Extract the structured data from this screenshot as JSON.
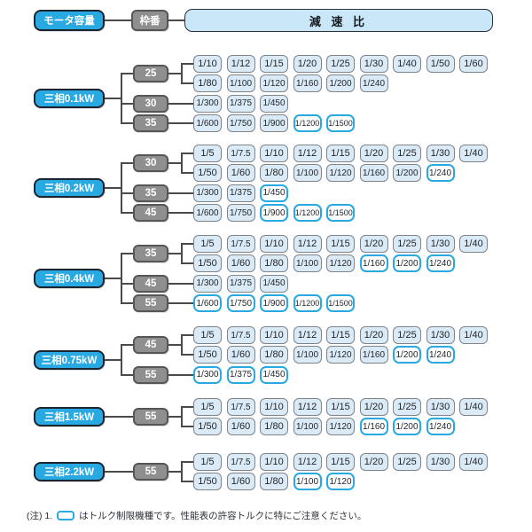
{
  "header": {
    "motor_capacity_label": "モータ容量",
    "frame_number_label": "枠番",
    "reduction_ratio_label": "減 速 比"
  },
  "colors": {
    "accent_blue": "#29a9e1",
    "motor_fill": "#29a9e1",
    "motor_border": "#1c2430",
    "frame_fill": "#8f8f8f",
    "frame_border": "#565656",
    "ratio_fill": "#daeaf6",
    "ratio_border": "#7f8489",
    "limited_border": "#29a9e1",
    "header_ratio_fill": "#c9e7f8",
    "line_color": "#4a4a4a",
    "text_dark": "#1f242b"
  },
  "groups": [
    {
      "motor_label": "三相0.1kW",
      "frames": [
        {
          "frame_size": "25",
          "rows": [
            [
              "1/10",
              "1/12",
              "1/15",
              "1/20",
              "1/25",
              "1/30",
              "1/40",
              "1/50",
              "1/60"
            ],
            [
              "1/80",
              "1/100",
              "1/120",
              "1/160",
              "1/200",
              "1/240"
            ]
          ],
          "torque_limited": []
        },
        {
          "frame_size": "30",
          "rows": [
            [
              "1/300",
              "1/375",
              "1/450"
            ]
          ],
          "torque_limited": []
        },
        {
          "frame_size": "35",
          "rows": [
            [
              "1/600",
              "1/750",
              "1/900",
              "1/1200",
              "1/1500"
            ]
          ],
          "torque_limited": [
            "1/1200",
            "1/1500"
          ]
        }
      ]
    },
    {
      "motor_label": "三相0.2kW",
      "frames": [
        {
          "frame_size": "30",
          "rows": [
            [
              "1/5",
              "1/7.5",
              "1/10",
              "1/12",
              "1/15",
              "1/20",
              "1/25",
              "1/30",
              "1/40"
            ],
            [
              "1/50",
              "1/60",
              "1/80",
              "1/100",
              "1/120",
              "1/160",
              "1/200",
              "1/240"
            ]
          ],
          "torque_limited": [
            "1/240"
          ]
        },
        {
          "frame_size": "35",
          "rows": [
            [
              "1/300",
              "1/375",
              "1/450"
            ]
          ],
          "torque_limited": [
            "1/450"
          ]
        },
        {
          "frame_size": "45",
          "rows": [
            [
              "1/600",
              "1/750",
              "1/900",
              "1/1200",
              "1/1500"
            ]
          ],
          "torque_limited": [
            "1/900",
            "1/1200",
            "1/1500"
          ]
        }
      ]
    },
    {
      "motor_label": "三相0.4kW",
      "frames": [
        {
          "frame_size": "35",
          "rows": [
            [
              "1/5",
              "1/7.5",
              "1/10",
              "1/12",
              "1/15",
              "1/20",
              "1/25",
              "1/30",
              "1/40"
            ],
            [
              "1/50",
              "1/60",
              "1/80",
              "1/100",
              "1/120",
              "1/160",
              "1/200",
              "1/240"
            ]
          ],
          "torque_limited": [
            "1/160",
            "1/200",
            "1/240"
          ]
        },
        {
          "frame_size": "45",
          "rows": [
            [
              "1/300",
              "1/375",
              "1/450"
            ]
          ],
          "torque_limited": []
        },
        {
          "frame_size": "55",
          "rows": [
            [
              "1/600",
              "1/750",
              "1/900",
              "1/1200",
              "1/1500"
            ]
          ],
          "torque_limited": [
            "1/600",
            "1/750",
            "1/900",
            "1/1200",
            "1/1500"
          ]
        }
      ]
    },
    {
      "motor_label": "三相0.75kW",
      "frames": [
        {
          "frame_size": "45",
          "rows": [
            [
              "1/5",
              "1/7.5",
              "1/10",
              "1/12",
              "1/15",
              "1/20",
              "1/25",
              "1/30",
              "1/40"
            ],
            [
              "1/50",
              "1/60",
              "1/80",
              "1/100",
              "1/120",
              "1/160",
              "1/200",
              "1/240"
            ]
          ],
          "torque_limited": [
            "1/200",
            "1/240"
          ]
        },
        {
          "frame_size": "55",
          "rows": [
            [
              "1/300",
              "1/375",
              "1/450"
            ]
          ],
          "torque_limited": [
            "1/300",
            "1/375",
            "1/450"
          ]
        }
      ]
    },
    {
      "motor_label": "三相1.5kW",
      "frames": [
        {
          "frame_size": "55",
          "rows": [
            [
              "1/5",
              "1/7.5",
              "1/10",
              "1/12",
              "1/15",
              "1/20",
              "1/25",
              "1/30",
              "1/40"
            ],
            [
              "1/50",
              "1/60",
              "1/80",
              "1/100",
              "1/120",
              "1/160",
              "1/200",
              "1/240"
            ]
          ],
          "torque_limited": [
            "1/160",
            "1/200",
            "1/240"
          ]
        }
      ]
    },
    {
      "motor_label": "三相2.2kW",
      "frames": [
        {
          "frame_size": "55",
          "rows": [
            [
              "1/5",
              "1/7.5",
              "1/10",
              "1/12",
              "1/15",
              "1/20",
              "1/25",
              "1/30",
              "1/40"
            ],
            [
              "1/50",
              "1/60",
              "1/80",
              "1/100",
              "1/120"
            ]
          ],
          "torque_limited": [
            "1/100",
            "1/120"
          ]
        }
      ]
    }
  ],
  "note": {
    "prefix": "(注) 1.",
    "text": "はトルク制限機種です。性能表の許容トルクに特にご注意ください。"
  }
}
